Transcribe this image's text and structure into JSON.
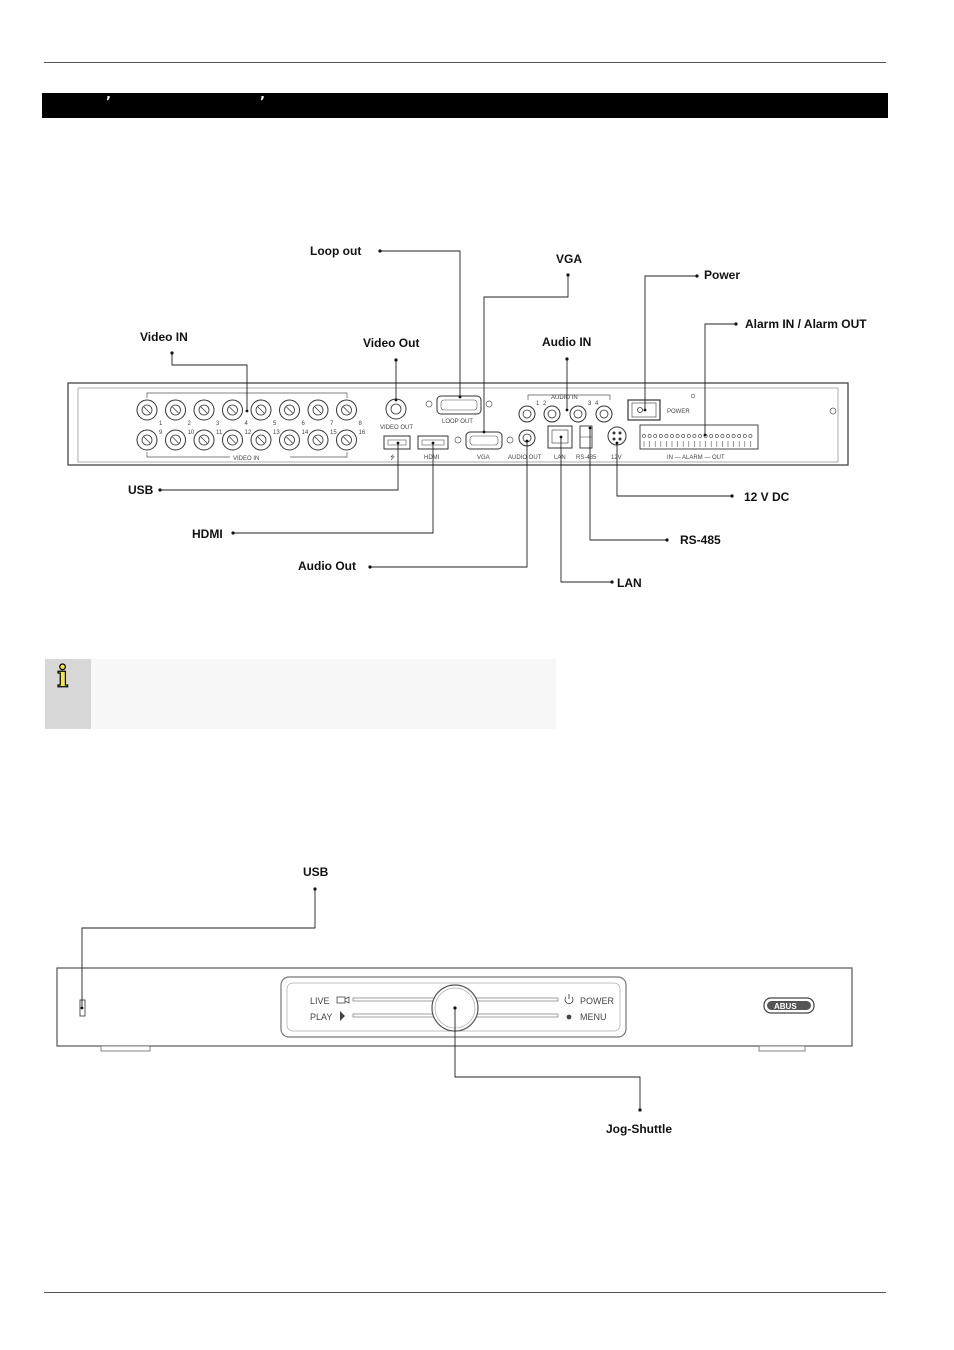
{
  "header": {
    "mark_1": "’",
    "mark_2": "’"
  },
  "rear_panel": {
    "callouts": {
      "loop_out": "Loop out",
      "vga": "VGA",
      "power": "Power",
      "alarm": "Alarm IN / Alarm OUT",
      "video_in": "Video IN",
      "video_out": "Video Out",
      "audio_in": "Audio IN",
      "usb": "USB",
      "dc12v": "12 V DC",
      "hdmi": "HDMI",
      "rs485": "RS-485",
      "audio_out": "Audio Out",
      "lan": "LAN"
    },
    "printed": {
      "video_in_top_numbers": [
        "1",
        "2",
        "3",
        "4",
        "5",
        "6",
        "7",
        "8"
      ],
      "video_in_bottom_numbers": [
        "9",
        "10",
        "11",
        "12",
        "13",
        "14",
        "15",
        "16"
      ],
      "video_in": "VIDEO IN",
      "video_out": "VIDEO OUT",
      "loop_out": "LOOP OUT",
      "vga": "VGA",
      "audio_in": "AUDIO IN",
      "audio_in_numbers": [
        "1",
        "2",
        "3",
        "4"
      ],
      "audio_out": "AUDIO OUT",
      "lan": "LAN",
      "rs485": "RS-485",
      "v12": "12V",
      "power": "POWER",
      "alarm": "IN — ALARM — OUT",
      "hdmi": "HDMI"
    }
  },
  "front_panel": {
    "callouts": {
      "usb": "USB",
      "jog": "Jog-Shuttle"
    },
    "printed": {
      "live": "LIVE",
      "play": "PLAY",
      "power": "POWER",
      "menu": "MENU",
      "brand": "ABUS"
    }
  },
  "icons": [
    "info-icon",
    "usb-icon",
    "camera-icon",
    "play-icon",
    "power-icon",
    "menu-icon"
  ]
}
